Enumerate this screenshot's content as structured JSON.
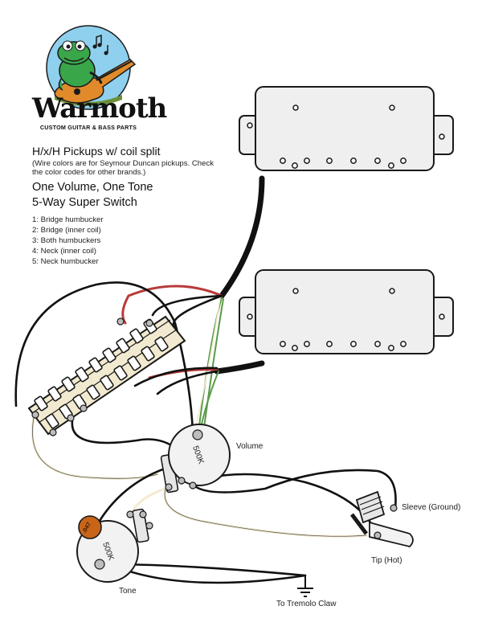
{
  "brand": {
    "name": "Warmoth",
    "tagline": "CUSTOM GUITAR & BASS PARTS"
  },
  "title": "H/x/H Pickups w/ coil split",
  "note": "(Wire colors are for Seymour Duncan pickups. Check the color codes for other brands.)",
  "config": {
    "controls": "One Volume, One Tone",
    "switch": "5-Way Super Switch"
  },
  "positions": [
    "1: Bridge humbucker",
    "2: Bridge (inner coil)",
    "3: Both humbuckers",
    "4: Neck (inner coil)",
    "5: Neck humbucker"
  ],
  "labels": {
    "volume": "Volume",
    "tone": "Tone",
    "sleeve": "Sleeve (Ground)",
    "tip": "Tip (Hot)",
    "ground": "To Tremolo Claw",
    "volume_pot_value": "500K",
    "tone_pot_value": "500K",
    "cap_value": ".047"
  },
  "colors": {
    "wire_black": "#111111",
    "wire_red": "#b83a3a",
    "wire_green": "#5a9a4a",
    "wire_bare": "#f3ebd0",
    "pickup_fill": "#efefef",
    "pot_fill": "#f2f2f2",
    "cap_fill": "#c8651b",
    "frog_green": "#3aa64a",
    "guitar_orange": "#e08a2a"
  }
}
